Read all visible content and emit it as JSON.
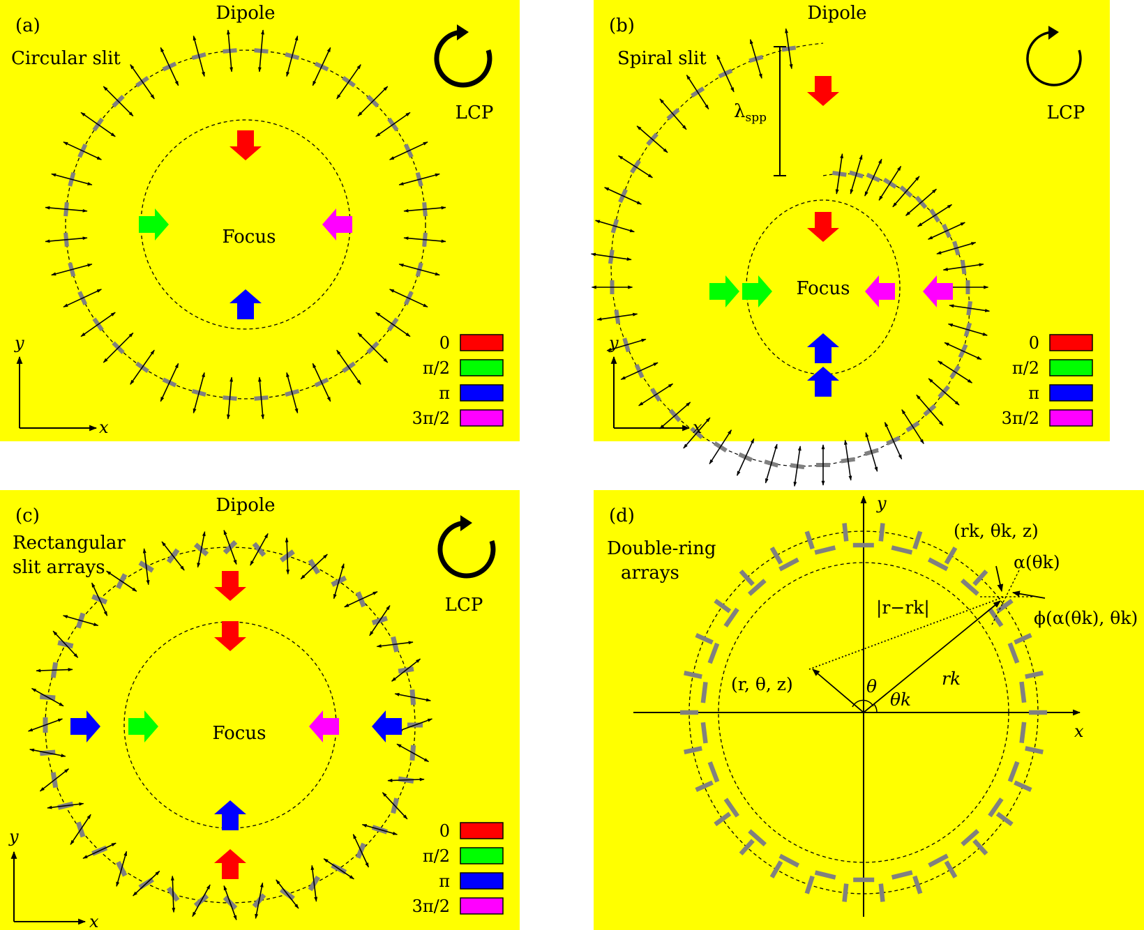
{
  "panels": [
    {
      "tag": "(a)",
      "title": "Circular slit",
      "dipole": "Dipole",
      "lcp": "LCP",
      "focus": "Focus",
      "axis_x": "x",
      "axis_y": "y"
    },
    {
      "tag": "(b)",
      "title": "Spiral slit",
      "dipole": "Dipole",
      "lcp": "LCP",
      "focus": "Focus",
      "lambda": "λ",
      "lambda_sub": "spp",
      "axis_x": "x",
      "axis_y": "y"
    },
    {
      "tag": "(c)",
      "title_line1": "Rectangular",
      "title_line2": "slit arrays",
      "dipole": "Dipole",
      "lcp": "LCP",
      "focus": "Focus",
      "axis_x": "x",
      "axis_y": "y"
    },
    {
      "tag": "(d)",
      "title_line1": "Double-ring",
      "title_line2": "arrays",
      "axis_x": "x",
      "axis_y": "y",
      "point_k": "(rk, θk, z)",
      "alpha": "α(θk)",
      "phi": "ϕ(α(θk), θk)",
      "distance": "|r−rk|",
      "point": "(r, θ, z)",
      "theta": "θ",
      "theta_k": "θk",
      "r_k": "rk"
    }
  ],
  "legend": [
    {
      "label": "0",
      "color": "#ff0000"
    },
    {
      "label": "π/2",
      "color": "#00ff00"
    },
    {
      "label": "π",
      "color": "#0000ff"
    },
    {
      "label": "3π/2",
      "color": "#ff00ff"
    }
  ],
  "colors": {
    "background": "#ffff00",
    "slit": "#808080",
    "phase_0": "#ff0000",
    "phase_pi_2": "#00ff00",
    "phase_pi": "#0000ff",
    "phase_3pi_2": "#ff00ff"
  }
}
